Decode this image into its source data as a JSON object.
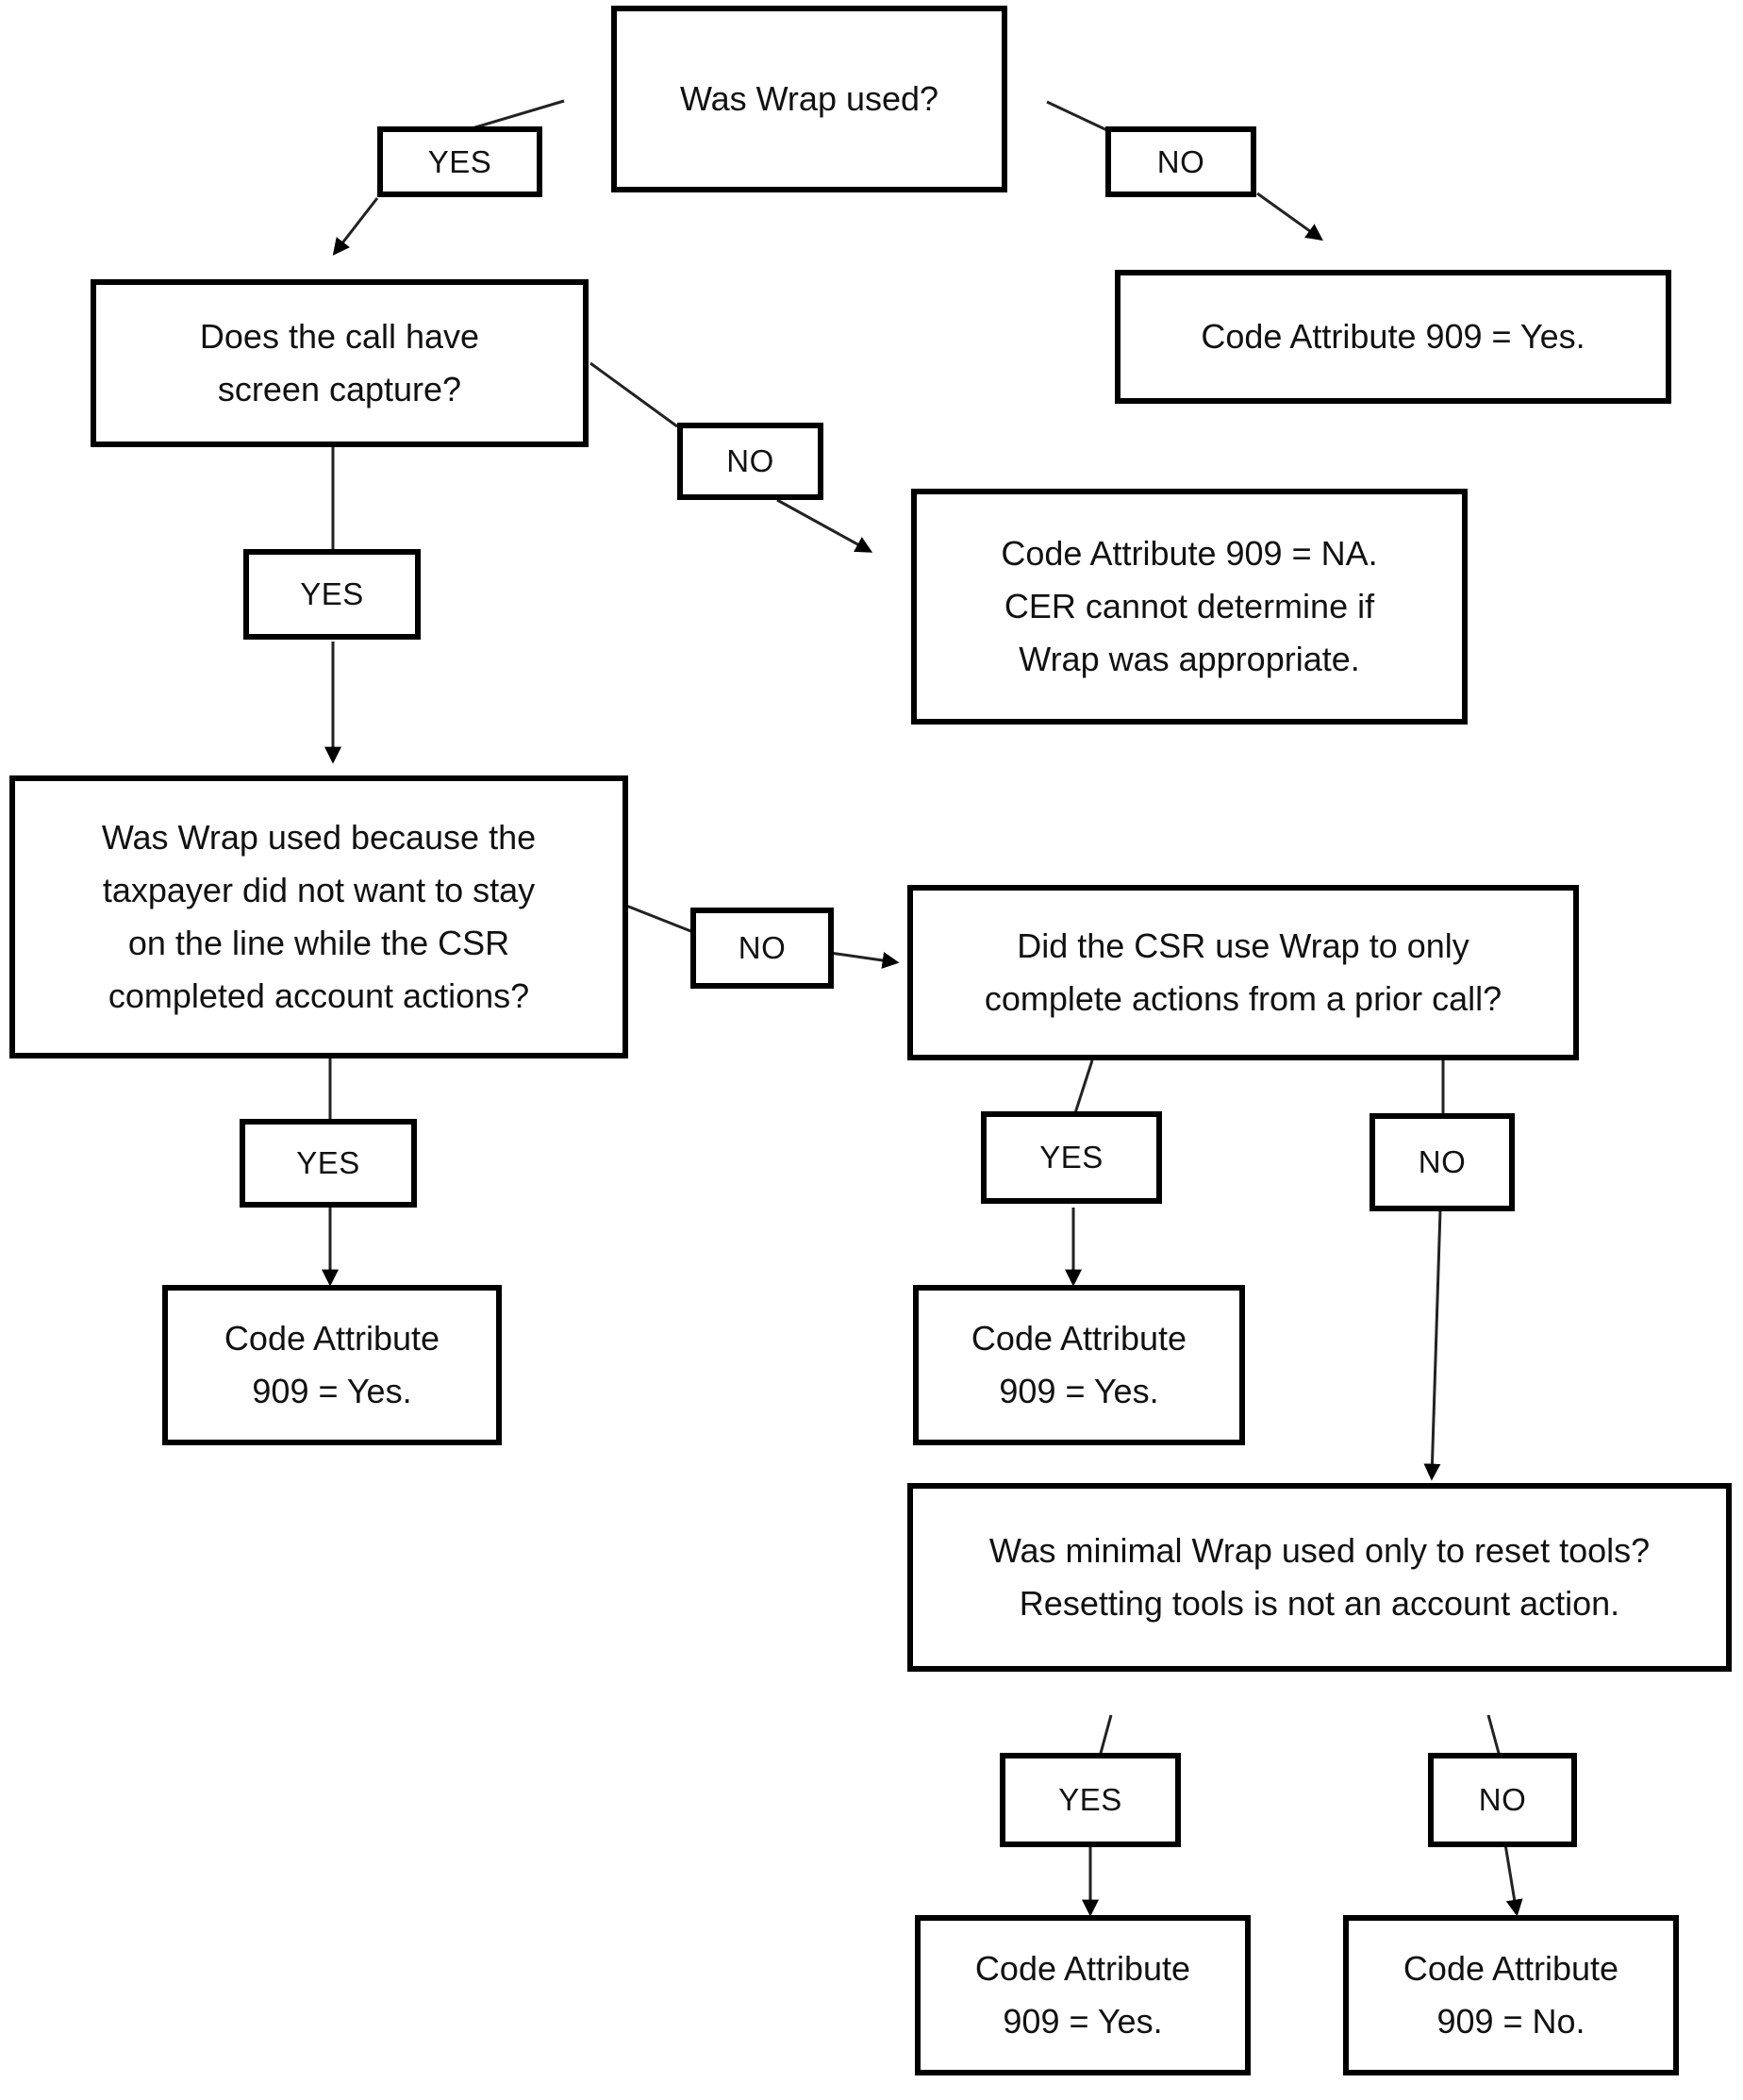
{
  "diagram": {
    "title": "Wrap usage coding decision flowchart",
    "colors": {
      "stroke": "#000000",
      "fill": "#ffffff",
      "text": "#111111"
    },
    "nodes": {
      "q_wrap_used": {
        "text": "Was Wrap used?"
      },
      "lbl_yes_1": {
        "text": "YES"
      },
      "lbl_no_1": {
        "text": "NO"
      },
      "r_909_yes_top": {
        "text": "Code Attribute 909 = Yes."
      },
      "q_screen_capture": {
        "text": "Does the call have\nscreen capture?"
      },
      "lbl_no_2": {
        "text": "NO"
      },
      "lbl_yes_2": {
        "text": "YES"
      },
      "r_909_na": {
        "text": "Code Attribute 909 = NA.\nCER cannot determine if\nWrap was appropriate."
      },
      "q_taxpayer_stay": {
        "text": "Was Wrap used because the\ntaxpayer did not want to stay\non the line while the CSR\ncompleted account actions?"
      },
      "lbl_no_3": {
        "text": "NO"
      },
      "lbl_yes_3": {
        "text": "YES"
      },
      "r_909_yes_left": {
        "text": "Code Attribute\n909 = Yes."
      },
      "q_prior_call": {
        "text": "Did the CSR use Wrap to only\ncomplete actions from a prior call?"
      },
      "lbl_yes_4": {
        "text": "YES"
      },
      "lbl_no_4": {
        "text": "NO"
      },
      "r_909_yes_mid": {
        "text": "Code Attribute\n909 = Yes."
      },
      "q_reset_tools": {
        "text": "Was minimal Wrap used only to reset tools?\nResetting tools is not an account action."
      },
      "lbl_yes_5": {
        "text": "YES"
      },
      "lbl_no_5": {
        "text": "NO"
      },
      "r_909_yes_bottom": {
        "text": "Code Attribute\n909 = Yes."
      },
      "r_909_no_bottom": {
        "text": "Code Attribute\n909 = No."
      }
    }
  }
}
